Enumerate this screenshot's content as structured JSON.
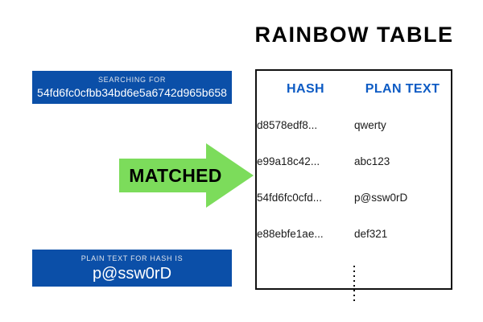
{
  "title": "RAINBOW  TABLE",
  "search_panel": {
    "caption": "SEARCHING FOR",
    "value": "54fd6fc0cfbb34bd6e5a6742d965b658"
  },
  "result_panel": {
    "caption": "PLAIN TEXT FOR HASH IS",
    "value": "p@ssw0rD"
  },
  "arrow": {
    "label": "MATCHED",
    "color": "#7CDC5B",
    "direction": "right"
  },
  "table": {
    "headers": {
      "hash": "HASH",
      "plain": "PLAN TEXT"
    },
    "rows": [
      {
        "hash": "d8578edf8...",
        "plain": "qwerty"
      },
      {
        "hash": "e99a18c42...",
        "plain": "abc123"
      },
      {
        "hash": "54fd6fc0cfd...",
        "plain": "p@ssw0rD"
      },
      {
        "hash": "e88ebfe1ae...",
        "plain": "def321"
      }
    ],
    "continuation": "⋮"
  },
  "colors": {
    "panel_blue": "#0B4FA8",
    "header_blue": "#0D5BC4",
    "arrow_green": "#7CDC5B",
    "border_black": "#111111",
    "background": "#ffffff"
  }
}
